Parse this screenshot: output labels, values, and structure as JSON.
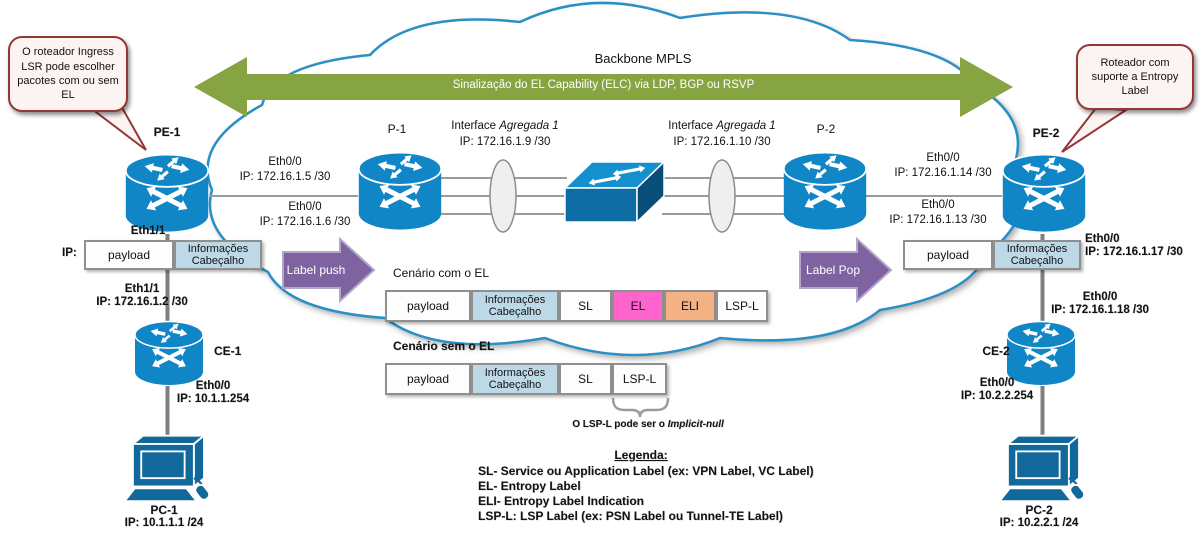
{
  "colors": {
    "router_blue": "#1186c6",
    "switch_front": "#0d6ca3",
    "green_arrow": "#87a443",
    "purple_arrow": "#7f63a1",
    "el_pink": "#ff63cc",
    "eli_orange": "#f4b183",
    "header_blue": "#bdd9e8",
    "callout_border": "#953735",
    "cloud_border": "#2a8fc5"
  },
  "callouts": {
    "left": "O roteador Ingress LSR pode escolher pacotes com ou sem EL",
    "right": "Roteador com suporte a Entropy Label"
  },
  "backbone": {
    "title": "Backbone MPLS",
    "signaling": "Sinalização do EL Capability (ELC) via LDP, BGP ou RSVP"
  },
  "flow_arrows": {
    "push": "Label push",
    "pop": "Label Pop"
  },
  "devices": {
    "pe1": "PE-1",
    "p1": "P-1",
    "p2": "P-2",
    "pe2": "PE-2",
    "ce1": "CE-1",
    "ce2": "CE-2",
    "pc1": "PC-1",
    "pc2": "PC-2"
  },
  "interfaces": {
    "pe1_p1_top": {
      "name": "Eth0/0",
      "ip": "IP: 172.16.1.5 /30"
    },
    "pe1_p1_bottom": {
      "name": "Eth0/0",
      "ip": "IP: 172.16.1.6 /30"
    },
    "agg_left": {
      "prefix": "Interface",
      "italic": "Agregada 1",
      "ip": "IP: 172.16.1.9 /30"
    },
    "agg_right": {
      "prefix": "Interface",
      "italic": "Agregada 1",
      "ip": "IP: 172.16.1.10 /30"
    },
    "p2_pe2_top": {
      "name": "Eth0/0",
      "ip": "IP: 172.16.1.14 /30"
    },
    "p2_pe2_bottom": {
      "name": "Eth0/0",
      "ip": "IP: 172.16.1.13 /30"
    },
    "pe1_ce1": {
      "name": "Eth1/1",
      "ip_prefix": "IP:"
    },
    "ce1_pe1": {
      "name": "Eth1/1",
      "ip": "IP: 172.16.1.2 /30"
    },
    "ce1_lan": {
      "name": "Eth0/0",
      "ip": "IP: 10.1.1.254"
    },
    "pe2_ce2": {
      "name": "Eth0/0",
      "ip": "IP: 172.16.1.17 /30"
    },
    "ce2_pe2": {
      "name": "Eth0/0",
      "ip": "IP: 172.16.1.18 /30"
    },
    "ce2_lan": {
      "name": "Eth0/0",
      "ip": "IP: 10.2.2.254"
    },
    "pc1_ip": "IP: 10.1.1.1 /24",
    "pc2_ip": "IP: 10.2.2.1 /24"
  },
  "packets": {
    "pe1": {
      "payload": "payload",
      "header": "Informações Cabeçalho"
    },
    "pe2": {
      "payload": "payload",
      "header": "Informações Cabeçalho"
    },
    "with_el": {
      "title": "Cenário com o EL",
      "payload": "payload",
      "header": "Informações Cabeçalho",
      "sl": "SL",
      "el": "EL",
      "eli": "ELI",
      "lsp": "LSP-L"
    },
    "without_el": {
      "title": "Cenário sem o EL",
      "payload": "payload",
      "header": "Informações Cabeçalho",
      "sl": "SL",
      "lsp": "LSP-L"
    },
    "note_prefix": "O LSP-L pode ser o",
    "note_italic": "Implicit-null"
  },
  "legend": {
    "title": "Legenda:",
    "lines": [
      "SL- Service ou Application Label (ex: VPN Label, VC Label)",
      "EL- Entropy Label",
      "ELI- Entropy Label Indication",
      "LSP-L: LSP Label (ex: PSN Label ou Tunnel-TE Label)"
    ]
  }
}
